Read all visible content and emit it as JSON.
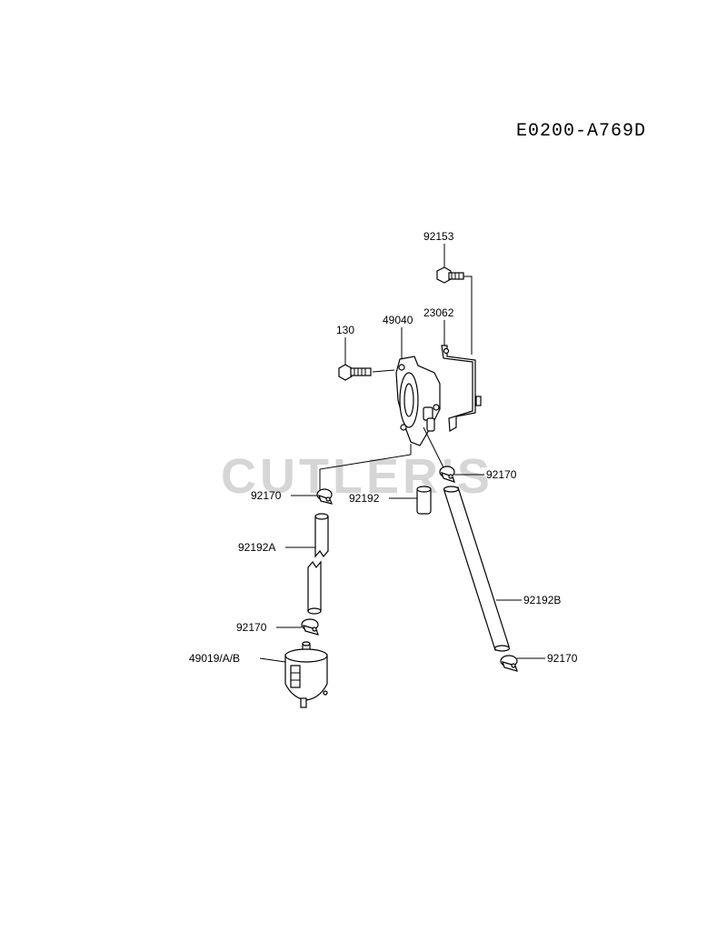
{
  "diagram_code": "E0200-A769D",
  "watermark": "CUTLER'S",
  "labels": {
    "bolt_92153": "92153",
    "bracket_23062": "23062",
    "pump_49040": "49040",
    "bolt_130": "130",
    "clamp_92170_a": "92170",
    "clamp_92170_b": "92170",
    "clamp_92170_c": "92170",
    "clamp_92170_d": "92170",
    "hose_92192": "92192",
    "hose_92192a": "92192A",
    "hose_92192b": "92192B",
    "filter_49019": "49019/A/B"
  }
}
